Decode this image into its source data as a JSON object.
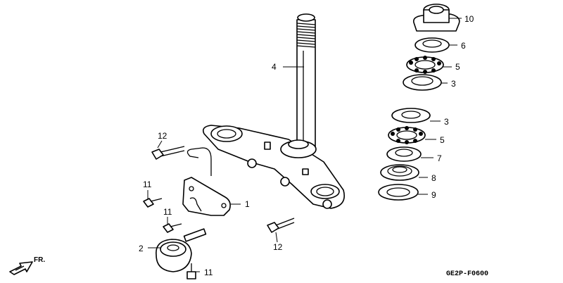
{
  "callouts": {
    "p1": "1",
    "p2": "2",
    "p3a": "3",
    "p3b": "3",
    "p4": "4",
    "p5a": "5",
    "p5b": "5",
    "p6": "6",
    "p7": "7",
    "p8": "8",
    "p9": "9",
    "p10": "10",
    "p11a": "11",
    "p11b": "11",
    "p11c": "11",
    "p12a": "12",
    "p12b": "12"
  },
  "direction_label": "FR.",
  "diagram_code": "GE2P-F0600"
}
